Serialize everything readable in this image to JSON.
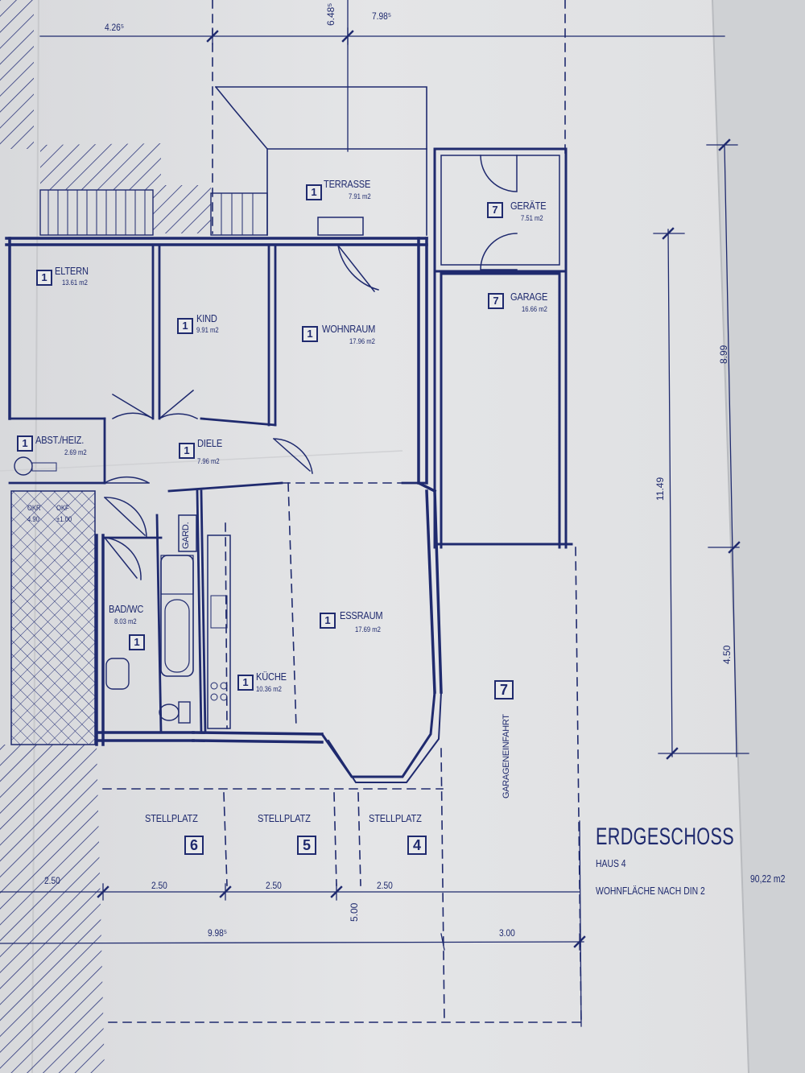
{
  "plan": {
    "title": "ERDGESCHOSS",
    "house": "HAUS 4",
    "living_area_label": "WOHNFLÄCHE NACH DIN 2",
    "living_area_value": "90,22 m2"
  },
  "rooms": [
    {
      "id": "terrasse",
      "num": "1",
      "name": "TERRASSE",
      "area": "7.91 m2"
    },
    {
      "id": "eltern",
      "num": "1",
      "name": "ELTERN",
      "area": "13.61 m2"
    },
    {
      "id": "kind",
      "num": "1",
      "name": "KIND",
      "area": "9.91 m2"
    },
    {
      "id": "wohnraum",
      "num": "1",
      "name": "WOHNRAUM",
      "area": "17.96 m2"
    },
    {
      "id": "abst",
      "num": "1",
      "name": "ABST./HEIZ.",
      "area": "2.69 m2"
    },
    {
      "id": "diele",
      "num": "1",
      "name": "DIELE",
      "area": "7.96 m2"
    },
    {
      "id": "bad",
      "num": "1",
      "name": "BAD/WC",
      "area": "8.03 m2"
    },
    {
      "id": "kueche",
      "num": "1",
      "name": "KÜCHE",
      "area": "10.36 m2"
    },
    {
      "id": "essraum",
      "num": "1",
      "name": "ESSRAUM",
      "area": "17.69 m2"
    },
    {
      "id": "geraete",
      "num": "7",
      "name": "GERÄTE",
      "area": "7.51 m2"
    },
    {
      "id": "garage",
      "num": "7",
      "name": "GARAGE",
      "area": "16.66 m2"
    }
  ],
  "misc_labels": {
    "gard": "GARD.",
    "okr": "OKR",
    "okr_val": "4.90",
    "okf": "OKF",
    "okf_val": "±1.00",
    "zufahrt": "GARAGENEINFAHRT",
    "zufahrt_num": "7"
  },
  "parking": [
    {
      "label": "STELLPLATZ",
      "num": "6"
    },
    {
      "label": "STELLPLATZ",
      "num": "5"
    },
    {
      "label": "STELLPLATZ",
      "num": "4"
    }
  ],
  "dimensions": {
    "top_left": "4.26⁵",
    "top_mid": "6.48⁵",
    "top_right": "7.98⁵",
    "right_a": "8.99",
    "right_b": "11.49",
    "right_c": "4.50",
    "bottom_a": "2.50",
    "bottom_b": "2.50",
    "bottom_c": "2.50",
    "bottom_d": "2.50",
    "bottom_depth": "5.00",
    "bottom_total": "9.98⁵",
    "bottom_drive": "3.00"
  }
}
